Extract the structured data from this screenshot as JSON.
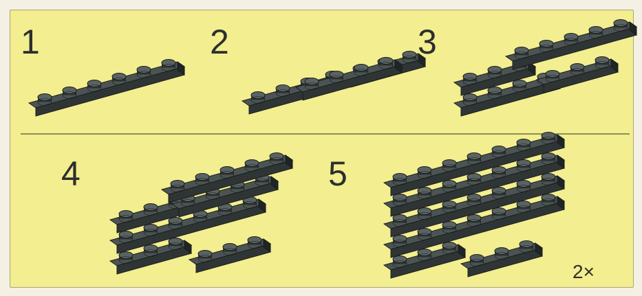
{
  "instruction_sheet": {
    "step_numbers": [
      "1",
      "2",
      "3",
      "4",
      "5"
    ],
    "multiplier": "2×",
    "colors": {
      "background": "#f3ee8f",
      "divider": "#8d8f56",
      "brick_top": "#4b5452",
      "brick_front": "#2f3535",
      "brick_side": "#1f2424",
      "stud": "#5a6361"
    }
  }
}
